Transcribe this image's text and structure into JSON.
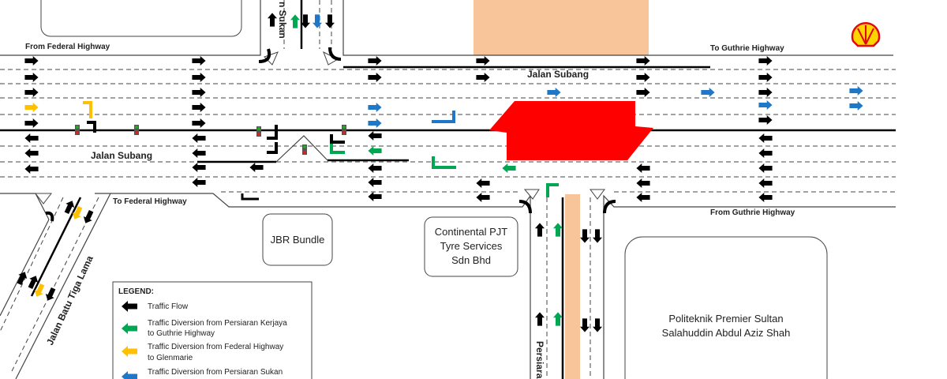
{
  "roads": {
    "from_federal_highway": "From Federal Highway",
    "to_guthrie_highway": "To Guthrie Highway",
    "jalan_subang_right": "Jalan Subang",
    "jalan_subang_left": "Jalan Subang",
    "to_federal_highway": "To Federal Highway",
    "from_guthrie_highway": "From Guthrie Highway",
    "persiaran_sukan": "n Sukan",
    "jalan_batu_tiga_lama": "Jalan Batu Tiga Lama",
    "persiaran_bottom": "Persiara"
  },
  "buildings": {
    "jbr": "JBR Bundle",
    "continental": [
      "Continental PJT",
      "Tyre Services",
      "Sdn Bhd"
    ],
    "politeknik": [
      "Politeknik Premier Sultan",
      "Salahuddin Abdul Aziz Shah"
    ]
  },
  "legend": {
    "title": "LEGEND:",
    "items": [
      {
        "label": [
          "Traffic Flow"
        ],
        "color": "#000000"
      },
      {
        "label": [
          "Traffic Diversion from Persiaran Kerjaya",
          "to Guthrie Highway"
        ],
        "color": "#00a651"
      },
      {
        "label": [
          "Traffic Diversion from Federal Highway",
          "to Glenmarie"
        ],
        "color": "#ffc000"
      },
      {
        "label": [
          "Traffic Diversion from Persiaran Sukan"
        ],
        "color": "#1f77c8"
      }
    ]
  },
  "colors": {
    "closure": "#ff0000",
    "construction": "#f8c59b",
    "flow": "#000000",
    "kerjaya": "#00a651",
    "federal": "#ffc000",
    "sukan": "#1f77c8"
  },
  "icons": {
    "brand_logo": "shell-logo-icon"
  }
}
